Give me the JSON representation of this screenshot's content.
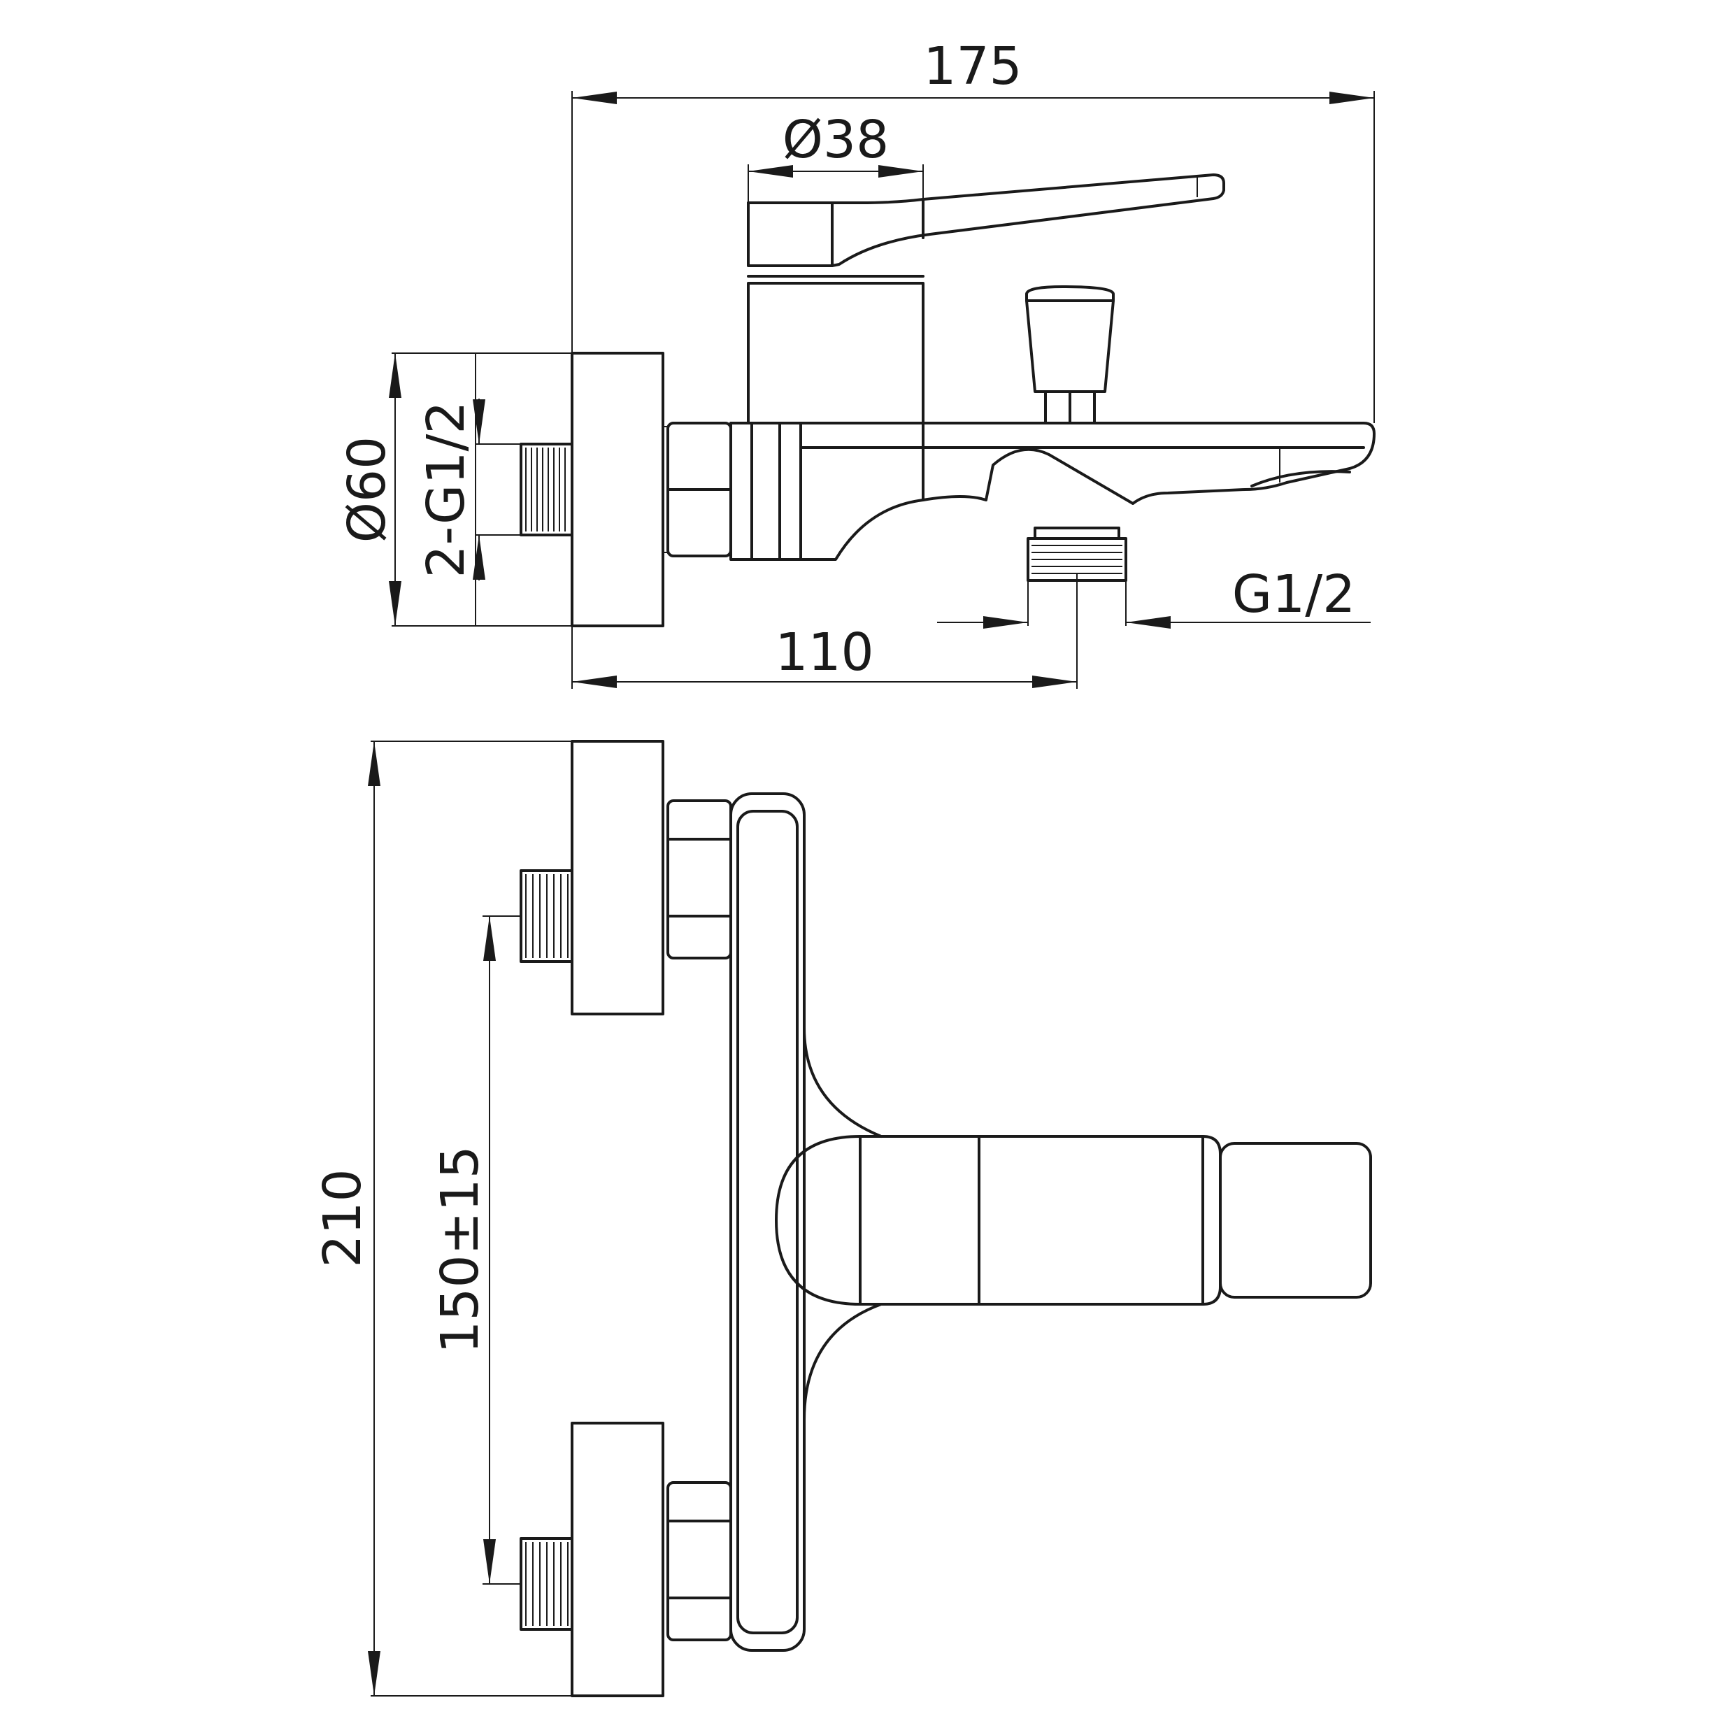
{
  "dimensions": {
    "overall_width": "175",
    "cartridge_diameter": "Ø38",
    "flange_diameter": "Ø60",
    "inlet_thread": "2-G1/2",
    "outlet_thread": "G1/2",
    "spout_offset": "110",
    "overall_height": "210",
    "inlet_spacing": "150±15"
  }
}
